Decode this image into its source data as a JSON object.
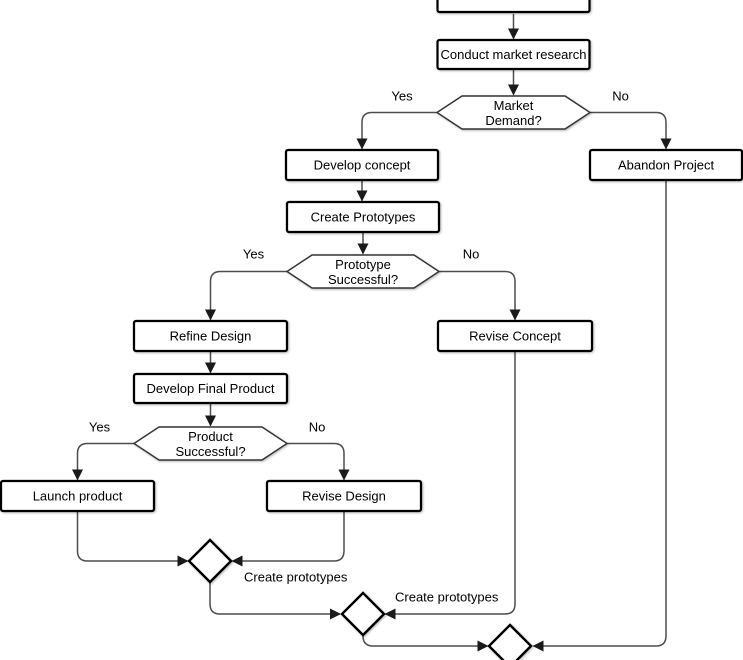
{
  "nodes": {
    "start": {
      "label": ""
    },
    "conduct_market_research": {
      "label": "Conduct market research"
    },
    "market_demand": {
      "label_line1": "Market",
      "label_line2": "Demand?"
    },
    "develop_concept": {
      "label": "Develop concept"
    },
    "abandon_project": {
      "label": "Abandon Project"
    },
    "create_prototypes": {
      "label": "Create Prototypes"
    },
    "prototype_successful": {
      "label_line1": "Prototype",
      "label_line2": "Successful?"
    },
    "refine_design": {
      "label": "Refine Design"
    },
    "revise_concept": {
      "label": "Revise Concept"
    },
    "develop_final_product": {
      "label": "Develop Final Product"
    },
    "product_successful": {
      "label_line1": "Product",
      "label_line2": "Successful?"
    },
    "launch_product": {
      "label": "Launch product"
    },
    "revise_design": {
      "label": "Revise Design"
    }
  },
  "edge_labels": {
    "market_demand_yes": "Yes",
    "market_demand_no": "No",
    "prototype_successful_yes": "Yes",
    "prototype_successful_no": "No",
    "product_successful_yes": "Yes",
    "product_successful_no": "No",
    "merge_create_prototypes_1": "Create prototypes",
    "merge_create_prototypes_2": "Create prototypes"
  },
  "colors": {
    "background": "#ffffff",
    "shape_fill": "#ffffff",
    "process_border": "#000000",
    "decision_border": "#333333",
    "connector_line": "#4d4d4d",
    "arrowhead": "#1a1a1a",
    "text": "#000000"
  }
}
